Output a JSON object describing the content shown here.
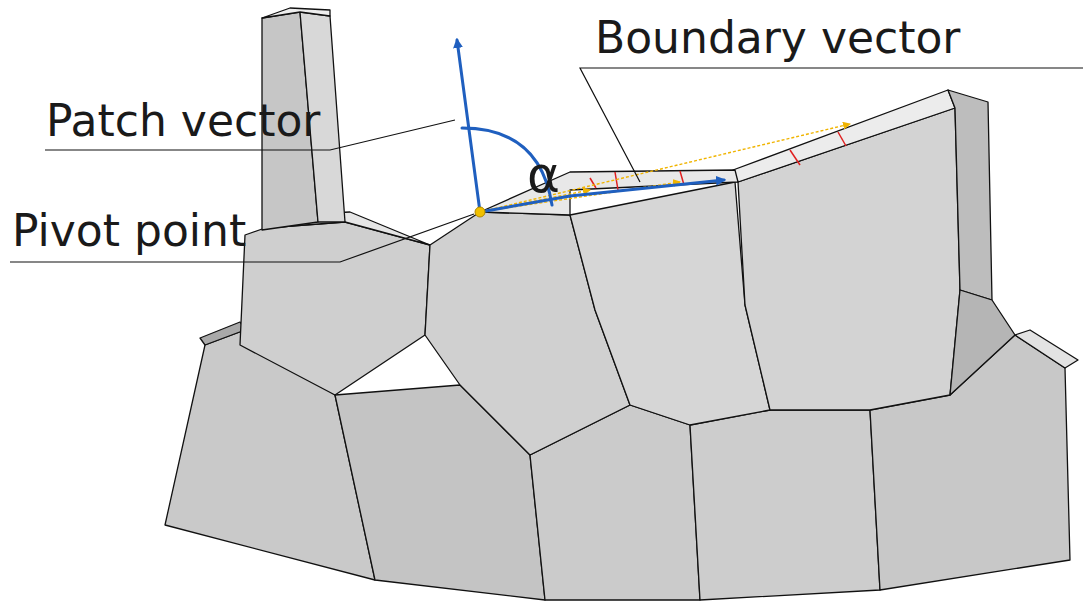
{
  "diagram": {
    "labels": [
      "Boundary vector",
      "Patch vector",
      "Pivot point",
      "α"
    ]
  }
}
